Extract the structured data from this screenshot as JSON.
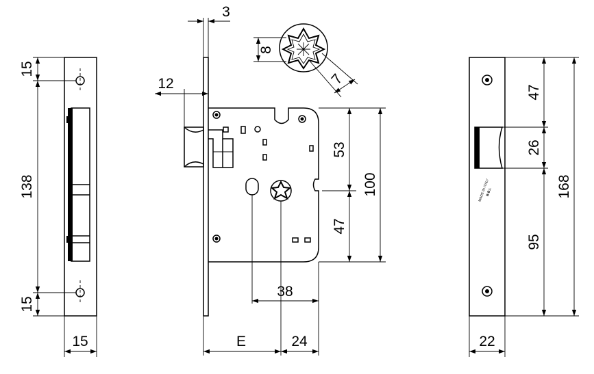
{
  "left_faceplate": {
    "dims": {
      "top_hole": "15",
      "height": "138",
      "bottom_hole": "15",
      "width": "15"
    }
  },
  "lock_body": {
    "dims": {
      "faceplate_thickness": "3",
      "latch_projection": "12",
      "upper_center": "53",
      "lower_center": "47",
      "body_height": "100",
      "center_distance": "38",
      "backset": "E",
      "spindle_to_edge": "24"
    }
  },
  "spindle_detail": {
    "dims": {
      "inner": "8",
      "outer": "7"
    }
  },
  "right_faceplate": {
    "dims": {
      "top": "47",
      "latch_window": "26",
      "bottom": "95",
      "total": "168",
      "width": "22"
    },
    "stamp": [
      "MADE IN ITALY",
      "B.B.I."
    ]
  }
}
